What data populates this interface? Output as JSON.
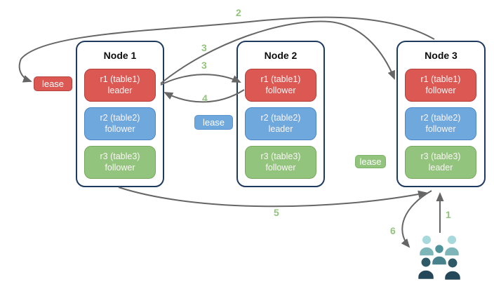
{
  "nodes": [
    {
      "title": "Node 1",
      "replicas": [
        {
          "range": "r1 (table1)",
          "role": "leader",
          "color": "red"
        },
        {
          "range": "r2 (table2)",
          "role": "follower",
          "color": "blue"
        },
        {
          "range": "r3 (table3)",
          "role": "follower",
          "color": "green"
        }
      ]
    },
    {
      "title": "Node 2",
      "replicas": [
        {
          "range": "r1 (table1)",
          "role": "follower",
          "color": "red"
        },
        {
          "range": "r2 (table2)",
          "role": "leader",
          "color": "blue"
        },
        {
          "range": "r3 (table3)",
          "role": "follower",
          "color": "green"
        }
      ]
    },
    {
      "title": "Node 3",
      "replicas": [
        {
          "range": "r1 (table1)",
          "role": "follower",
          "color": "red"
        },
        {
          "range": "r2 (table2)",
          "role": "follower",
          "color": "blue"
        },
        {
          "range": "r3 (table3)",
          "role": "leader",
          "color": "green"
        }
      ]
    }
  ],
  "leases": {
    "red": {
      "label": "lease",
      "color": "#db5853"
    },
    "blue": {
      "label": "lease",
      "color": "#6fa8dc"
    },
    "green": {
      "label": "lease",
      "color": "#93c47d"
    }
  },
  "steps": {
    "s1": "1",
    "s2": "2",
    "s3a": "3",
    "s3b": "3",
    "s4": "4",
    "s5": "5",
    "s6": "6"
  },
  "icons": {
    "users": "users-group-icon"
  },
  "colors": {
    "node_border": "#1f3a5f",
    "arrow": "#666666",
    "step_label": "#93c47d",
    "red_fill": "#db5853",
    "red_border": "#b5413d",
    "blue_fill": "#6fa8dc",
    "blue_border": "#4a86c8",
    "green_fill": "#93c47d",
    "green_border": "#76a75c",
    "users_light": "#a7d8dc",
    "users_light_body": "#7db5b8",
    "users_mid": "#4f949b",
    "users_mid_body": "#46818c",
    "users_dark": "#2e5a68",
    "users_dark_body": "#24485a"
  }
}
